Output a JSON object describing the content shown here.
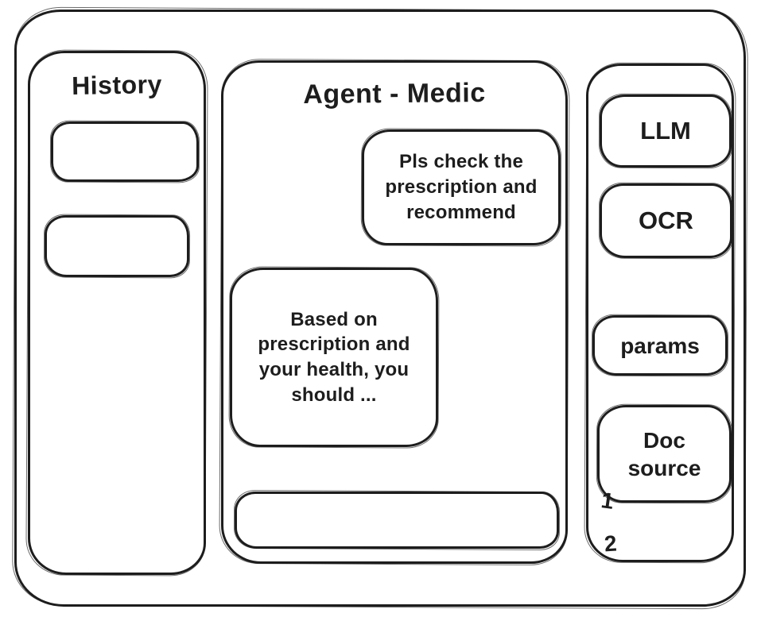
{
  "colors": {
    "stroke": "#1d1d1d",
    "background": "#ffffff"
  },
  "history_panel": {
    "title": "History",
    "items": [
      {
        "label": ""
      },
      {
        "label": ""
      }
    ]
  },
  "chat_panel": {
    "title": "Agent - Medic",
    "messages": [
      {
        "role": "user",
        "text": "Pls check the prescription and recommend"
      },
      {
        "role": "assistant",
        "text": "Based on prescription and your health, you should ..."
      }
    ],
    "input": {
      "value": ""
    }
  },
  "tools_panel": {
    "buttons": [
      {
        "label": "LLM"
      },
      {
        "label": "OCR"
      },
      {
        "label": "params"
      },
      {
        "label": "Doc source"
      }
    ],
    "doc_sources": [
      "1",
      "2"
    ]
  }
}
